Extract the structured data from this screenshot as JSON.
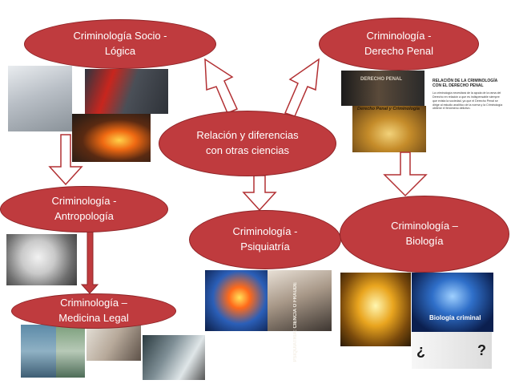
{
  "center": {
    "lines": [
      "Relación y diferencias",
      "con otras ciencias"
    ]
  },
  "nodes": {
    "socio": {
      "lines": [
        "Criminología Socio -",
        "Lógica"
      ]
    },
    "penal": {
      "lines": [
        "Criminología -",
        "Derecho Penal"
      ]
    },
    "antro": {
      "lines": [
        "Criminología -",
        "Antropología"
      ]
    },
    "psiq": {
      "lines": [
        "Criminología -",
        "Psiquiatría"
      ]
    },
    "bio": {
      "lines": [
        "Criminología –",
        "Biología"
      ]
    },
    "legal": {
      "lines": [
        "Criminología –",
        "Medicina Legal"
      ]
    }
  },
  "photo_captions": {
    "penal_book_title": "RELACIÓN DE LA CRIMINOLOGÍA CON EL DERECHO PENAL",
    "penal_book_text": "La criminología necesitará de la ayuda de la rama del Derecho en relación a que es indispensable siempre que exista la sociedad, ya que el Derecho Penal se dirige al estudio analítico de la norma y la Criminología obtiene el fenómeno delictivo.",
    "penal_scale_label": "Derecho Penal y Criminología",
    "penal_dark_label": "DERECHO PENAL",
    "psiq_label": "PSIQUIATRIA: CIENCIA O FRAUDE",
    "bio_label": "Biología criminal",
    "bio_qmark": "?",
    "bio_qmark2": "¿"
  },
  "colors": {
    "node_fill": "#bf3b3e",
    "node_border": "#8f2427",
    "arrow_outline": "#b23033",
    "text": "#ffffff"
  }
}
